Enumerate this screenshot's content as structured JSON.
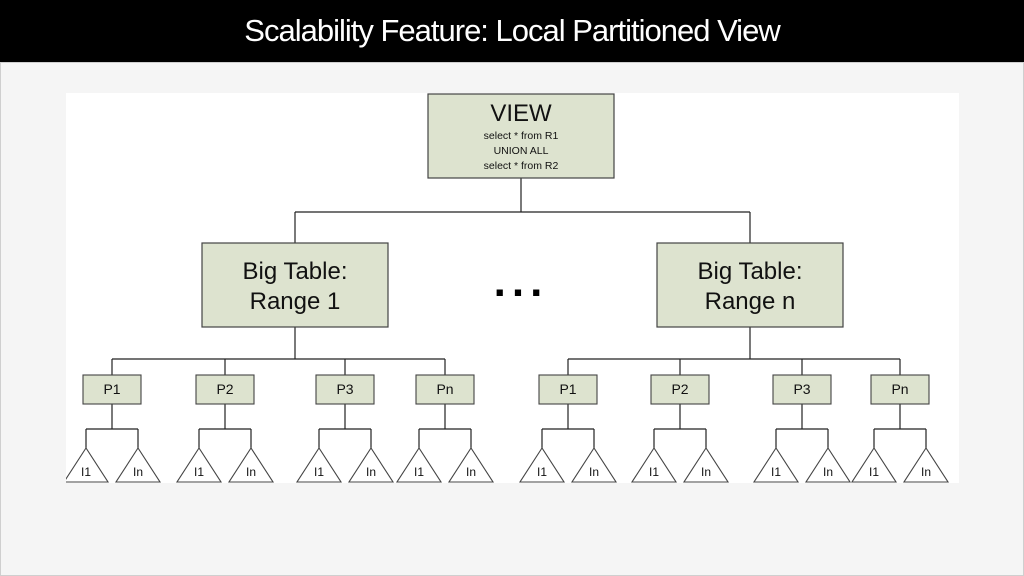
{
  "slide": {
    "title": "Scalability Feature:  Local Partitioned View"
  },
  "colors": {
    "node_fill": "#dde3cf",
    "node_stroke": "#444444",
    "line": "#222222",
    "title_bar": "#000000"
  },
  "diagram": {
    "view": {
      "title": "VIEW",
      "lines": [
        "select * from R1",
        "UNION ALL",
        "select * from R2"
      ]
    },
    "ellipsis": "...",
    "tables": [
      {
        "line1": "Big Table:",
        "line2": "Range 1",
        "partitions": [
          {
            "label": "P1",
            "indexes": [
              "I1",
              "In"
            ]
          },
          {
            "label": "P2",
            "indexes": [
              "I1",
              "In"
            ]
          },
          {
            "label": "P3",
            "indexes": [
              "I1",
              "In"
            ]
          },
          {
            "label": "Pn",
            "indexes": [
              "I1",
              "In"
            ]
          }
        ]
      },
      {
        "line1": "Big Table:",
        "line2": "Range n",
        "partitions": [
          {
            "label": "P1",
            "indexes": [
              "I1",
              "In"
            ]
          },
          {
            "label": "P2",
            "indexes": [
              "I1",
              "In"
            ]
          },
          {
            "label": "P3",
            "indexes": [
              "I1",
              "In"
            ]
          },
          {
            "label": "Pn",
            "indexes": [
              "I1",
              "In"
            ]
          }
        ]
      }
    ]
  }
}
